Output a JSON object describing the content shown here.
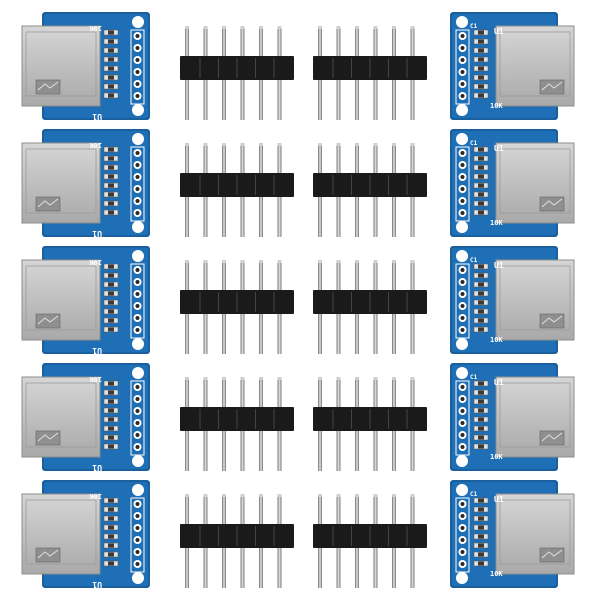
{
  "product": {
    "title": "Micro SD card adapter modules with pin headers",
    "module_count": 10,
    "header_strip_count": 10,
    "pins_per_strip": 6,
    "layout": {
      "rows": 5,
      "columns": [
        "module-left",
        "header",
        "header",
        "module-right"
      ]
    }
  },
  "silkscreen": {
    "ic_ref": "U1",
    "resistor_value": "10K",
    "cap_ref": "C1"
  },
  "colors": {
    "background": "#ffffff",
    "pcb": "#1e6fb5",
    "pcb_dark": "#154f86",
    "slot_metal": "#bfbfbf",
    "slot_shade": "#8d8d8d",
    "pad": "#d9d9d9",
    "header_body": "#1a1a1a",
    "pin": "#9a9a9a"
  }
}
